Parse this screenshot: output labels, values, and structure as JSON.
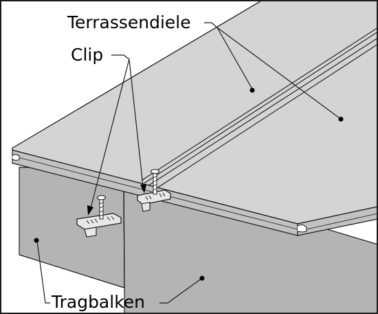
{
  "labels": {
    "board": "Terrassendiele",
    "clip": "Clip",
    "beam": "Tragbalken"
  },
  "colors": {
    "board_top": "#d4d4d4",
    "board_edge": "#c2c2c2",
    "beam_face": "#b4b4b4",
    "beam_top": "#a8a8a8",
    "clip_fill": "#e8e8e8",
    "outline": "#1a1a1a"
  }
}
